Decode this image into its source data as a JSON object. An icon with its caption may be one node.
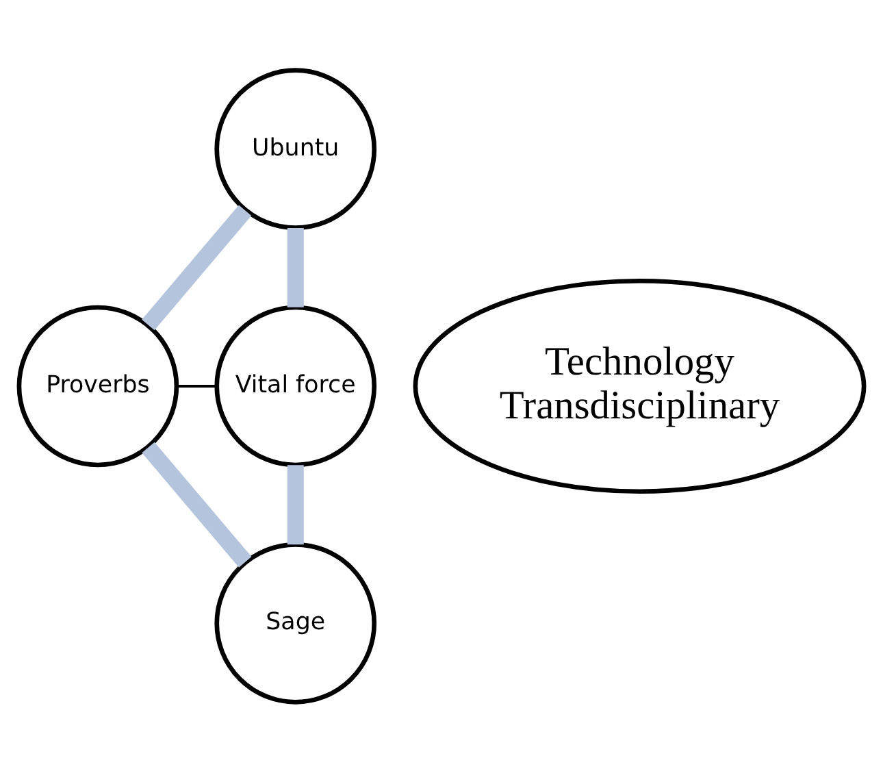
{
  "diagram": {
    "nodes": [
      {
        "text": [
          "Technology",
          "Transdisciplinary"
        ]
      },
      {
        "text": [
          "Ubuntu"
        ]
      },
      {
        "text": [
          "Proverbs"
        ]
      },
      {
        "text": [
          "Vital force"
        ]
      },
      {
        "text": [
          "Sage"
        ]
      }
    ],
    "edges": [
      {
        "from": 1,
        "to": 3,
        "arrow": "none"
      },
      {
        "from": 3,
        "to": 4,
        "arrow": "none"
      },
      {
        "from": 4,
        "to": 2,
        "arrow": "none"
      },
      {
        "from": 2,
        "to": 1,
        "arrow": "none"
      },
      {
        "from": 2,
        "to": 3,
        "arrow": "none",
        "color": "#000000"
      }
    ]
  }
}
